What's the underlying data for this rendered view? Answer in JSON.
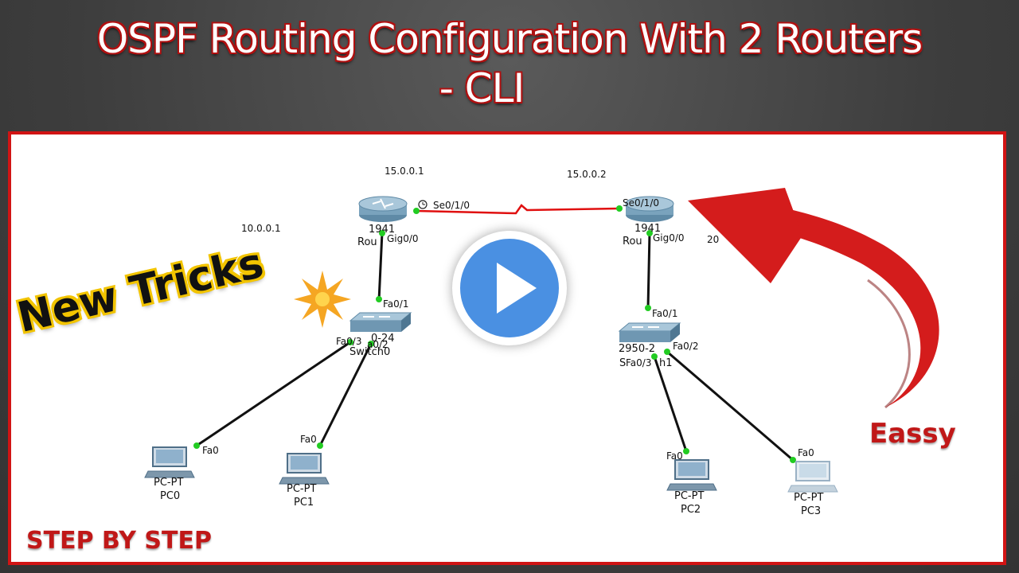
{
  "title": {
    "line1": "OSPF Routing Configuration With 2 Routers",
    "line2": "- CLI"
  },
  "badges": {
    "new_tricks": "New Tricks",
    "step_by_step": "STEP BY STEP",
    "eassy": "Eassy"
  },
  "colors": {
    "frame": "#d11414",
    "link": "#111111",
    "serial_link": "#e01010",
    "port_dot": "#22cc22",
    "play": "#4a90e2",
    "arrow": "#d41c1c"
  },
  "network": {
    "ip_labels": {
      "r0_serial": "15.0.0.1",
      "r1_serial": "15.0.0.2",
      "r0_lan": "10.0.0.1",
      "r1_lan_partial": "20"
    },
    "routers": [
      {
        "model": "1941",
        "name": "Rou",
        "serial_port": "Se0/1/0",
        "lan_port": "Gig0/0"
      },
      {
        "model": "1941",
        "name": "Rou",
        "serial_port": "Se0/1/0",
        "lan_port": "Gig0/0"
      }
    ],
    "switches": [
      {
        "model": "0-24",
        "name": "Switch0",
        "up_port": "Fa0/1",
        "port_a": "Fa0/3",
        "port_b": "a0/2"
      },
      {
        "model": "2950-2",
        "name": "S",
        "name_tail": "h1",
        "up_port": "Fa0/1",
        "port_a": "Fa0/3",
        "port_b": "Fa0/2"
      }
    ],
    "pcs": [
      {
        "type": "PC-PT",
        "name": "PC0",
        "port": "Fa0"
      },
      {
        "type": "PC-PT",
        "name": "PC1",
        "port": "Fa0"
      },
      {
        "type": "PC-PT",
        "name": "PC2",
        "port": "Fa0"
      },
      {
        "type": "PC-PT",
        "name": "PC3",
        "port": "Fa0"
      }
    ]
  }
}
